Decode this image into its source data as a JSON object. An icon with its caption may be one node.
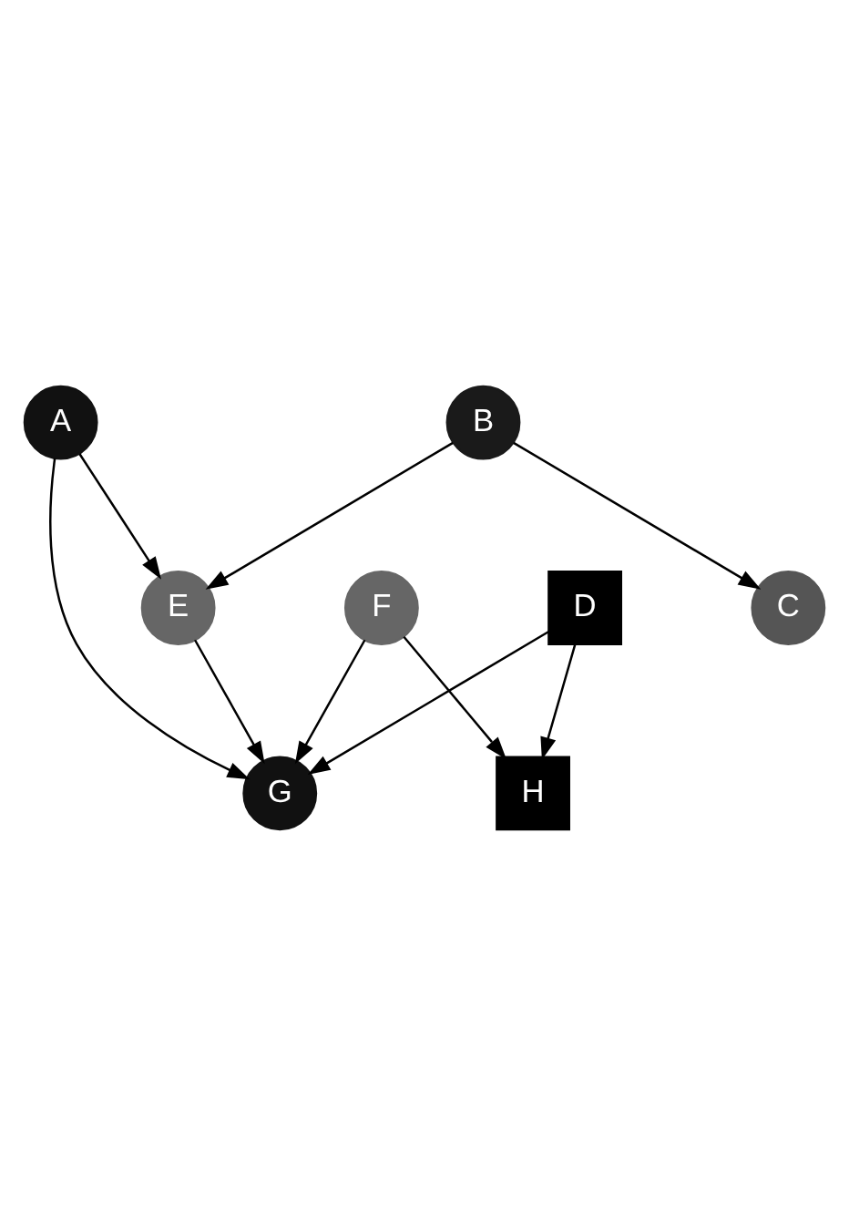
{
  "diagram": {
    "nodes": [
      {
        "text": [
          "A"
        ]
      },
      {
        "text": [
          "B"
        ]
      },
      {
        "text": [
          "D"
        ]
      },
      {
        "text": [
          "C"
        ]
      },
      {
        "text": [
          "E"
        ]
      },
      {
        "text": [
          "F"
        ]
      },
      {
        "text": [
          "H"
        ]
      },
      {
        "text": [
          "G"
        ]
      }
    ],
    "edges": [
      {
        "from": 0,
        "to": 4,
        "arrow": "to"
      },
      {
        "from": 0,
        "to": 7,
        "arrow": "to"
      },
      {
        "from": 1,
        "to": 3,
        "arrow": "to"
      },
      {
        "from": 1,
        "to": 4,
        "arrow": "to"
      },
      {
        "from": 2,
        "to": 7,
        "arrow": "to"
      },
      {
        "from": 2,
        "to": 6,
        "arrow": "to"
      },
      {
        "from": 4,
        "to": 7,
        "arrow": "to"
      },
      {
        "from": 5,
        "to": 6,
        "arrow": "to"
      },
      {
        "from": 5,
        "to": 7,
        "arrow": "to"
      }
    ]
  }
}
